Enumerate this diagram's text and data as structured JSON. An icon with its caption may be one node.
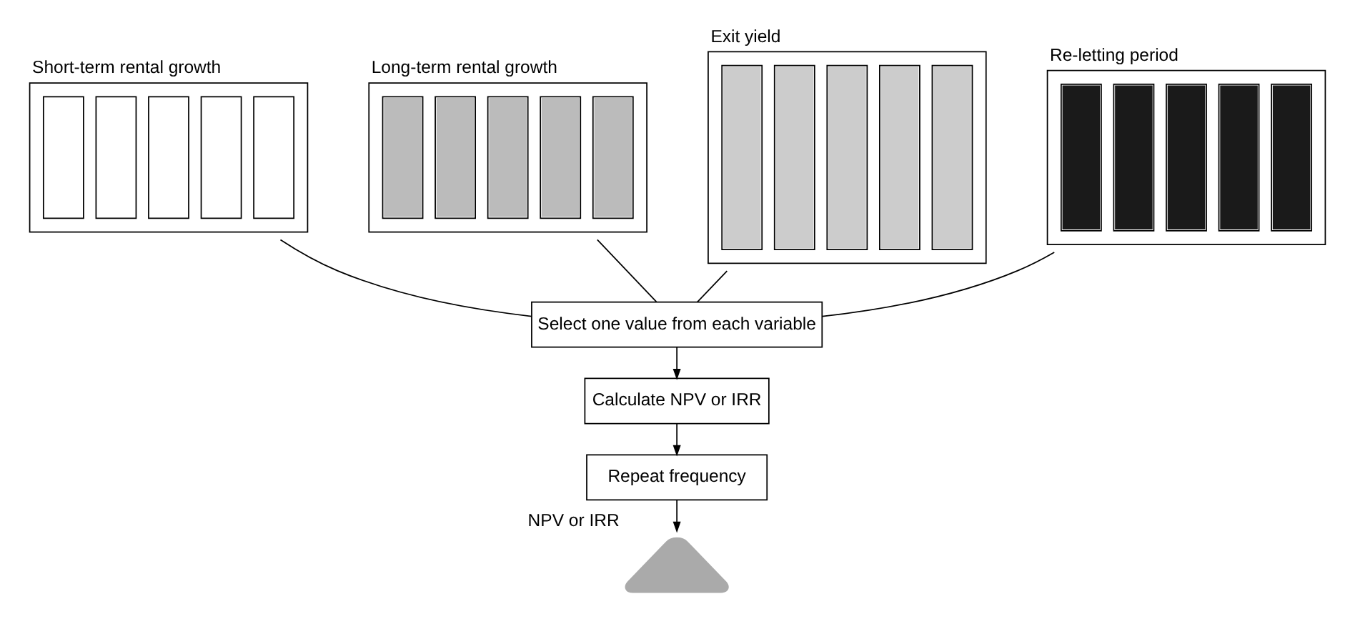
{
  "diagram": {
    "nodes": [
      {
        "text": [
          "Short-term rental growth"
        ]
      },
      {
        "text": [
          "Long-term rental growth"
        ]
      },
      {
        "text": [
          "Select one value from each variable"
        ]
      },
      {
        "text": [
          "Calculate NPV or IRR"
        ]
      },
      {
        "text": [
          "Repeat frequency"
        ]
      },
      {
        "text": [],
        "shape": "curve",
        "beside": [
          "NPV or IRR"
        ]
      },
      {
        "text": [
          "Exit yield"
        ]
      },
      {
        "text": [
          "Re-letting period"
        ]
      }
    ],
    "edges": [
      {
        "from": 0,
        "to": 2,
        "arrow": "none"
      },
      {
        "from": 1,
        "to": 2,
        "arrow": "none"
      },
      {
        "from": 6,
        "to": 2,
        "arrow": "none"
      },
      {
        "from": 7,
        "to": 2,
        "arrow": "none"
      },
      {
        "from": 2,
        "to": 3,
        "arrow": "to"
      },
      {
        "from": 3,
        "to": 4,
        "arrow": "to"
      },
      {
        "from": 4,
        "to": 5,
        "arrow": "to"
      }
    ]
  }
}
